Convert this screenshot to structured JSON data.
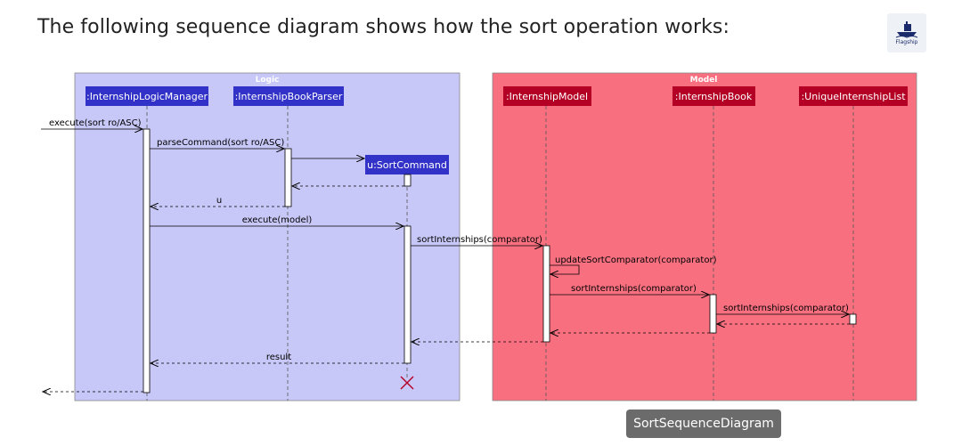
{
  "heading": "The following sequence diagram shows how the sort operation works:",
  "logo": {
    "text": "Flagship"
  },
  "caption": "SortSequenceDiagram",
  "boxes": {
    "logic": "Logic",
    "model": "Model"
  },
  "participants": {
    "logic_manager": ":InternshipLogicManager",
    "book_parser": ":InternshipBookParser",
    "sort_command": "u:SortCommand",
    "model": ":InternshipModel",
    "book": ":InternshipBook",
    "unique_list": ":UniqueInternshipList"
  },
  "messages": {
    "execute_sort": "execute(sort ro/ASC)",
    "parse_command": "parseCommand(sort ro/ASC)",
    "return_u": "u",
    "execute_model": "execute(model)",
    "sort_internships_1": "sortInternships(comparator)",
    "update_comparator": "updateSortComparator(comparator)",
    "sort_internships_2": "sortInternships(comparator)",
    "sort_internships_3": "sortInternships(comparator)",
    "result": "result"
  },
  "colors": {
    "logic_box": "#c8c8f8",
    "model_box": "#f87080",
    "logic_participant": "#3232c8",
    "model_participant": "#b40024"
  }
}
